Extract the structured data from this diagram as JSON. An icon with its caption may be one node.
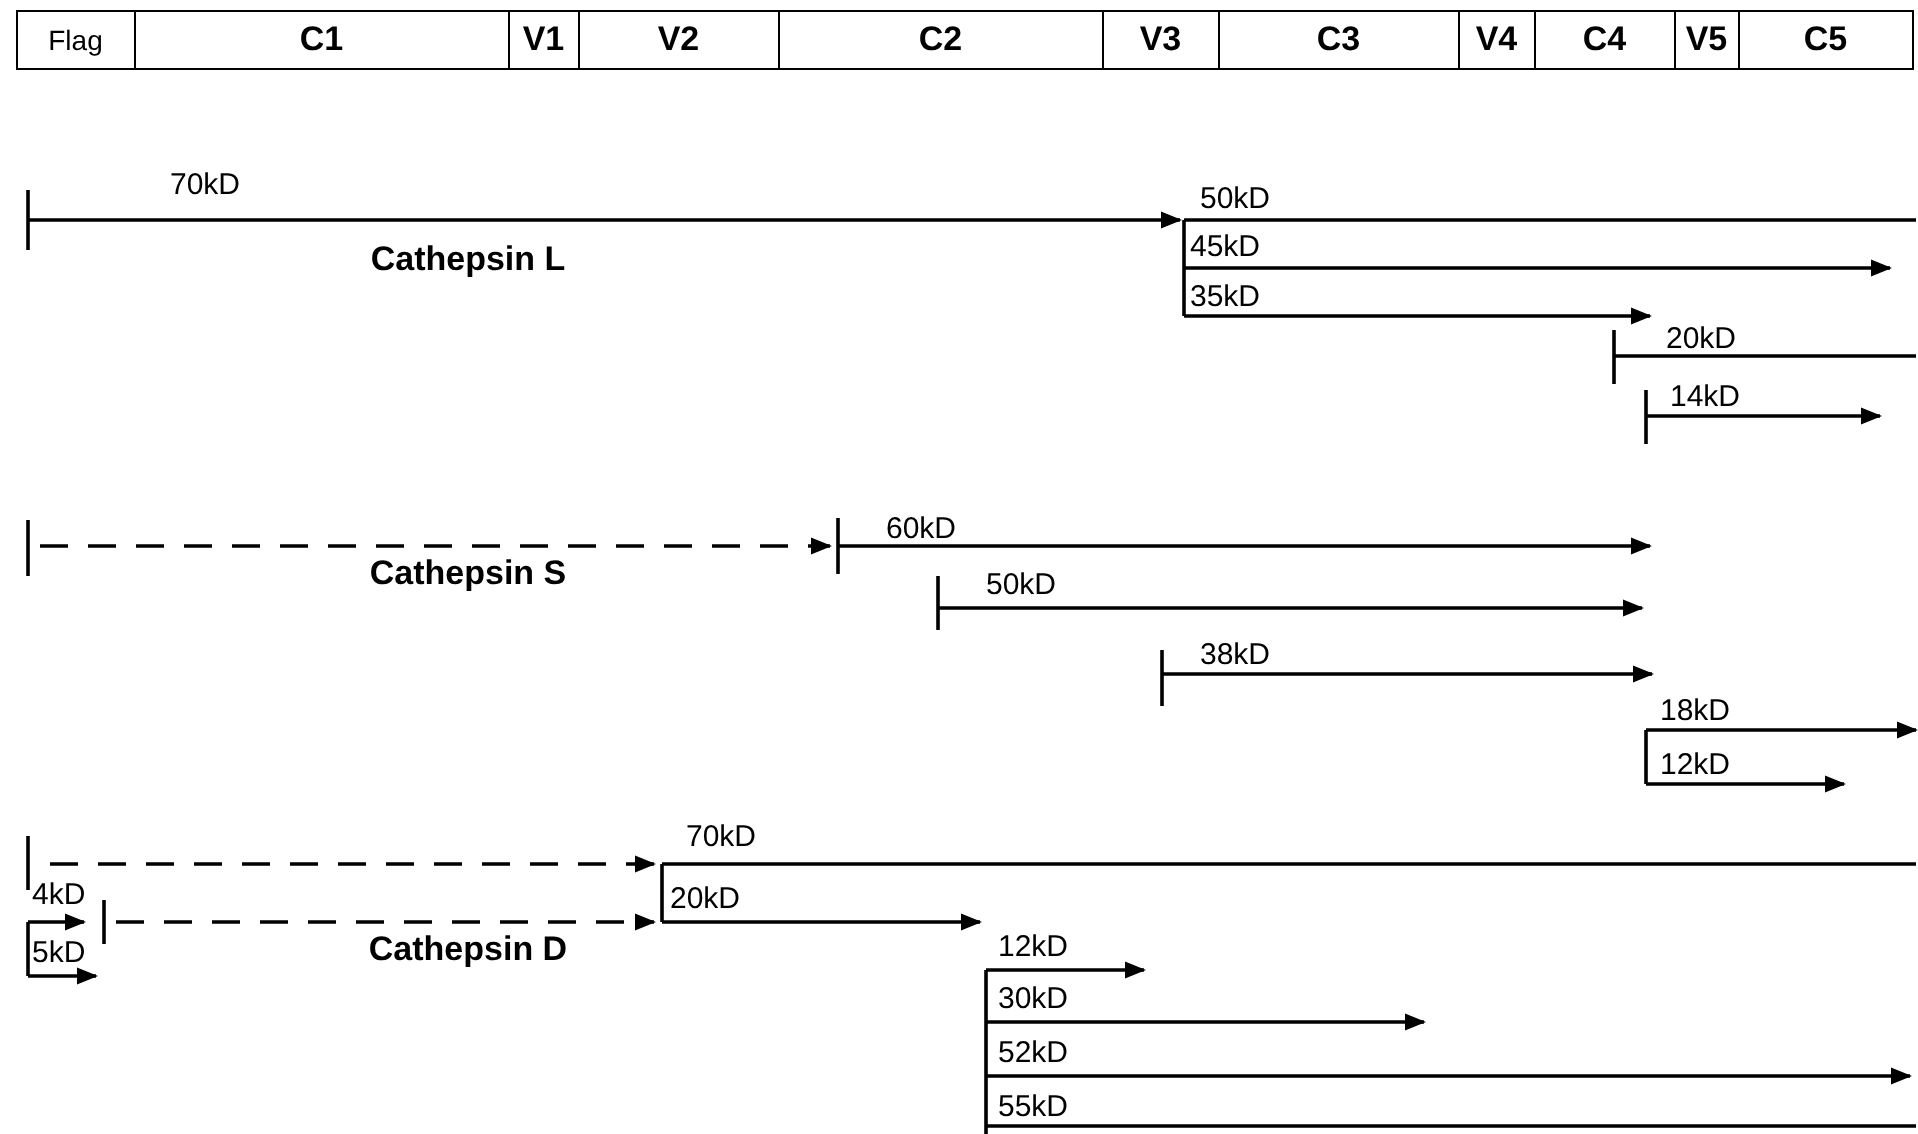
{
  "diagram": {
    "nodes": [
      {
        "text": [
          "Flag"
        ]
      },
      {
        "text": [
          "C1"
        ]
      },
      {
        "text": [
          "V1"
        ]
      },
      {
        "text": [
          "V2"
        ]
      },
      {
        "text": [
          "C2"
        ]
      },
      {
        "text": [
          "V3"
        ]
      },
      {
        "text": [
          "C3"
        ]
      },
      {
        "text": [
          "V4"
        ]
      },
      {
        "text": [
          "C4"
        ]
      },
      {
        "text": [
          "V5"
        ]
      },
      {
        "text": [
          "C5"
        ]
      }
    ],
    "labels": [
      "70kD",
      "50kD",
      "Cathepsin L",
      "45kD",
      "35kD",
      "20kD",
      "14kD",
      "60kD",
      "Cathepsin S",
      "50kD",
      "38kD",
      "18kD",
      "12kD",
      "70kD",
      "4kD",
      "20kD",
      "5kD",
      "Cathepsin D",
      "12kD",
      "30kD",
      "52kD",
      "55kD"
    ]
  }
}
